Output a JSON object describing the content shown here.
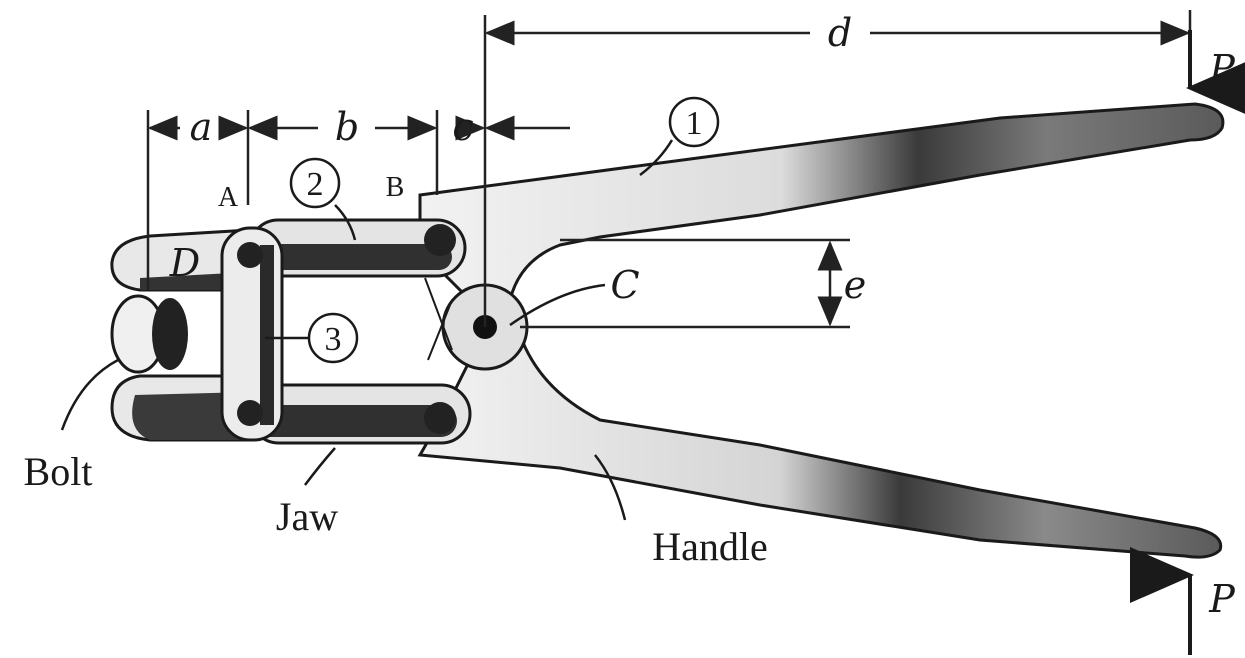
{
  "dimensions": {
    "a": "a",
    "b": "b",
    "c": "c",
    "d": "d",
    "e": "e"
  },
  "points": {
    "A": "A",
    "B": "B",
    "C": "C",
    "D": "D"
  },
  "members": {
    "m1": "1",
    "m2": "2",
    "m3": "3"
  },
  "loads": {
    "top": "P",
    "bottom": "P"
  },
  "parts": {
    "bolt": "Bolt",
    "jaw": "Jaw",
    "handle": "Handle"
  },
  "colors": {
    "ink": "#1a1a1a",
    "metal_light": "#e6e6e6",
    "metal_dark": "#333333"
  }
}
